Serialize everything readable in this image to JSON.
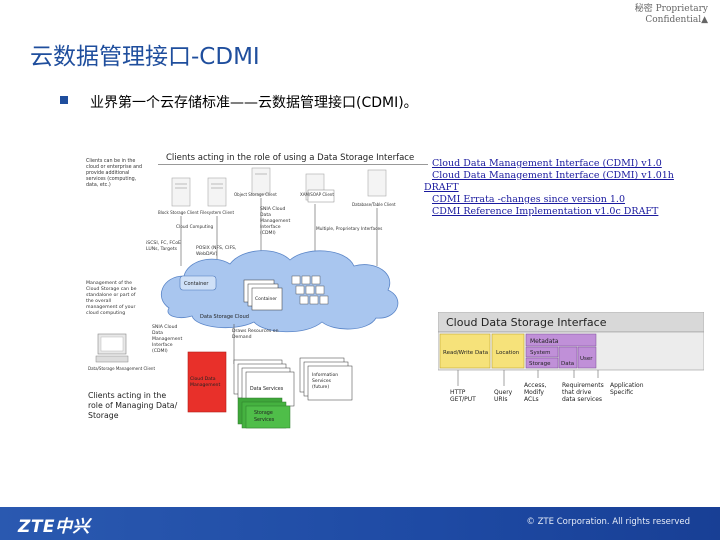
{
  "confidential": {
    "line1": "秘密 Proprietary",
    "line2": "Confidential▲"
  },
  "slide": {
    "title": "云数据管理接口-CDMI",
    "bullet": "业界第一个云存储标准——云数据管理接口(CDMI)。"
  },
  "links": [
    "Cloud Data Management Interface (CDMI) v1.0",
    "Cloud Data Management Interface (CDMI) v1.01h",
    "DRAFT",
    "CDMI Errata -changes since version 1.0",
    "CDMI Reference Implementation v1.0c DRAFT"
  ],
  "diagram_left": {
    "heading": "Clients acting in the role of using a Data Storage Interface",
    "clients_note": "Clients can be in the cloud or enterprise and provide additional services (computing, data, etc.)",
    "labels": {
      "block_storage": "Block Storage Client",
      "filesystem": "Filesystem Client",
      "object_storage": "Object Storage Client",
      "xml_soap": "XAM/SOAP Client",
      "database": "Database/Table Client",
      "iscsi": "iSCSI, FC, FCoE LUNs, Targets",
      "posix": "POSIX (NFS, CIFS, WebDAV)",
      "cdmi_top": "SNIA Cloud Data Management Interface (CDMI)",
      "multiple": "Multiple, Proprietary Interfaces",
      "cloud_computing": "Cloud Computing",
      "container": "Container",
      "data_storage_cloud": "Data Storage Cloud",
      "management_note": "Management of the Cloud Storage can be standalone or part of the overall management of your cloud computing",
      "cdmi_bottom": "SNIA Cloud Data Management Interface (CDMI)",
      "draws_resources": "Draws Resources on Demand",
      "data_storage_mgmt": "Data/Storage Management Client",
      "cloud_data_mgmt": "Cloud Data Management",
      "data_services": "Data Services",
      "info_services": "Information Services (future)",
      "storage_services": "Storage Services",
      "clients_managing": "Clients acting in the role of Managing Data/ Storage"
    }
  },
  "diagram_right": {
    "heading": "Cloud Data Storage Interface",
    "metadata": "Metadata",
    "read_write": "Read/Write Data",
    "location": "Location",
    "system": "System",
    "storage": "Storage",
    "data": "Data",
    "user": "User",
    "bottom": [
      "HTTP GET/PUT",
      "Query URIs",
      "Access, Modify ACLs",
      "Requirements that drive data services",
      "Application Specific"
    ]
  },
  "footer": {
    "logo": "ZTE中兴",
    "copyright": "© ZTE Corporation. All rights reserved"
  },
  "colors": {
    "title_blue": "#1f4e9d",
    "footer_blue": "#2a59b0",
    "cloud_blue": "#a9c6ef",
    "mgmt_red": "#e8302a",
    "cdmi_yellow": "#f6e27a"
  }
}
